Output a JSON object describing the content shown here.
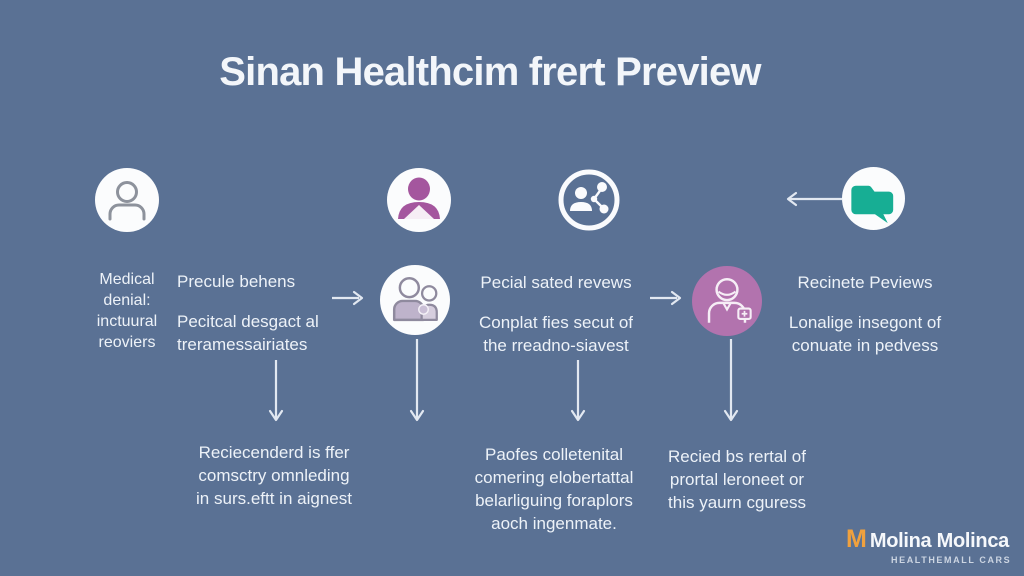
{
  "title": "Sinan Healthcim frert Preview",
  "colors": {
    "background": "#5a7194",
    "circle_white": "#fbfcfd",
    "accent_purple": "#a4569e",
    "circle_mauve": "#b273ae",
    "accent_teal": "#17ae94",
    "logo_orange": "#f0a13e",
    "text": "#edf2f8"
  },
  "icons": {
    "top_row": [
      "user-icon",
      "patient-icon",
      "network-people-icon",
      "folder-chat-icon"
    ],
    "flow_row": [
      "two-people-icon",
      "doctor-badge-icon"
    ],
    "arrows": [
      "arrow-left-icon",
      "arrow-right-icon",
      "arrow-down-icon"
    ]
  },
  "columns": {
    "col1": {
      "lines": [
        "Medical",
        "denial:",
        "inctuural",
        "reoviers"
      ]
    },
    "col2": {
      "heading": "Precule behens",
      "body_lines": [
        "Pecitcal desgact al",
        "treramessairiates"
      ]
    },
    "col3": {
      "heading": "Pecial sated revews",
      "body_lines": [
        "Conplat fies secut of",
        "the rreadno-siavest"
      ]
    },
    "col4": {
      "heading": "Recinete Peviews",
      "body_lines": [
        "Lonalige insegont of",
        "conuate in pedvess"
      ]
    }
  },
  "bottom_blocks": {
    "block1": {
      "lines": [
        "Reciecenderd is ffer",
        "comsctry omnleding",
        "in surs.eftt in aignest"
      ]
    },
    "block2": {
      "lines": [
        "Paofes colletenital",
        "comering elobertattal",
        "belarliguing foraplors",
        "aoch ingenmate."
      ]
    },
    "block3": {
      "lines": [
        "Recied bs rertal of",
        "prortal leroneet or",
        "this yaurn cguress"
      ]
    }
  },
  "logo": {
    "mark": "M",
    "name": "Molina Molinca",
    "subtitle": "HEALTHEMALL CARS"
  }
}
